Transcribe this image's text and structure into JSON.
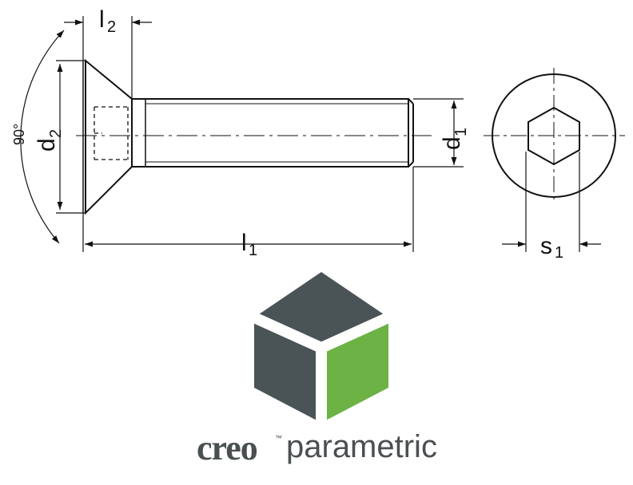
{
  "drawing": {
    "labels": {
      "l2": {
        "main": "l",
        "sub": "2"
      },
      "d2": {
        "main": "d",
        "sub": "2"
      },
      "d1": {
        "main": "d",
        "sub": "1"
      },
      "l1": {
        "main": "l",
        "sub": "1"
      },
      "s1": {
        "main": "s",
        "sub": "1"
      },
      "angle": "90°"
    }
  },
  "logo": {
    "word1": "creo",
    "tm": "™",
    "word2": "parametric",
    "colors": {
      "dark": "#4a5355",
      "green": "#6cb245"
    }
  }
}
